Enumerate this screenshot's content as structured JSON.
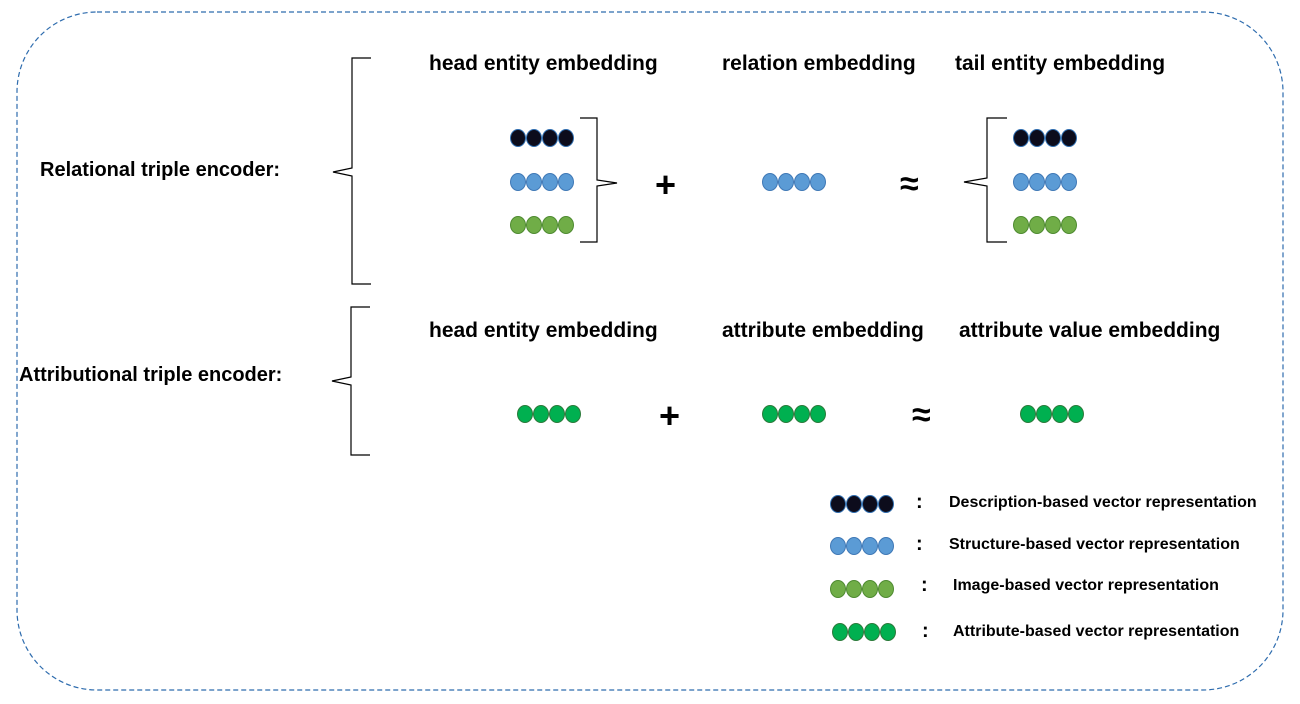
{
  "relational": {
    "label": "Relational triple encoder:",
    "head_label": "head entity embedding",
    "relation_label": "relation embedding",
    "tail_label": "tail entity embedding",
    "plus": "+",
    "approx": "≈"
  },
  "attributional": {
    "label": "Attributional triple encoder:",
    "head_label": "head entity embedding",
    "attribute_label": "attribute embedding",
    "value_label": "attribute value embedding",
    "plus": "+",
    "approx": "≈"
  },
  "legend": [
    {
      "type": "description",
      "colon": ":",
      "text": "Description-based vector representation"
    },
    {
      "type": "structure",
      "colon": ":",
      "text": "Structure-based vector representation"
    },
    {
      "type": "image",
      "colon": ":",
      "text": "Image-based vector representation"
    },
    {
      "type": "attribute",
      "colon": ":",
      "text": "Attribute-based vector representation"
    }
  ],
  "colors": {
    "description": "#0c0c1c",
    "structure": "#5b9bd5",
    "image": "#70ad47",
    "attribute": "#00b050",
    "frame": "#2e6cae"
  }
}
